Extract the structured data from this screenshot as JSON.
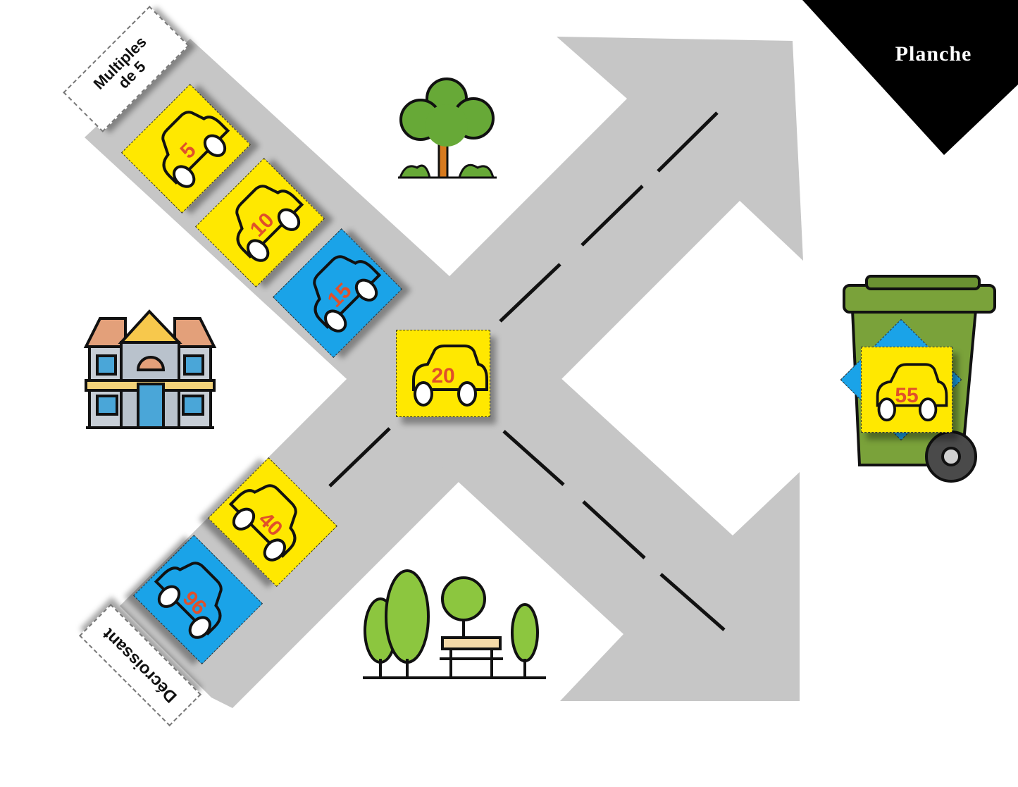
{
  "board": {
    "title": "Planche",
    "lanes": [
      {
        "label_line1": "Multiples",
        "label_line2": "de 5"
      },
      {
        "label_line1": "Décroissant",
        "label_line2": ""
      }
    ]
  },
  "cards": [
    {
      "number": "5",
      "color": "yellow"
    },
    {
      "number": "10",
      "color": "yellow"
    },
    {
      "number": "15",
      "color": "blue"
    },
    {
      "number": "20",
      "color": "yellow"
    },
    {
      "number": "40",
      "color": "yellow"
    },
    {
      "number": "96",
      "color": "blue"
    },
    {
      "number": "55",
      "color": "yellow"
    }
  ],
  "icons": [
    "tree-icon",
    "building-icon",
    "park-icon",
    "trash-bin-icon",
    "car-icon"
  ],
  "colors": {
    "road": "#c6c6c6",
    "card_yellow": "#ffe800",
    "card_blue": "#1aa3e8",
    "number": "#e0502a",
    "bin": "#7aa23a"
  }
}
